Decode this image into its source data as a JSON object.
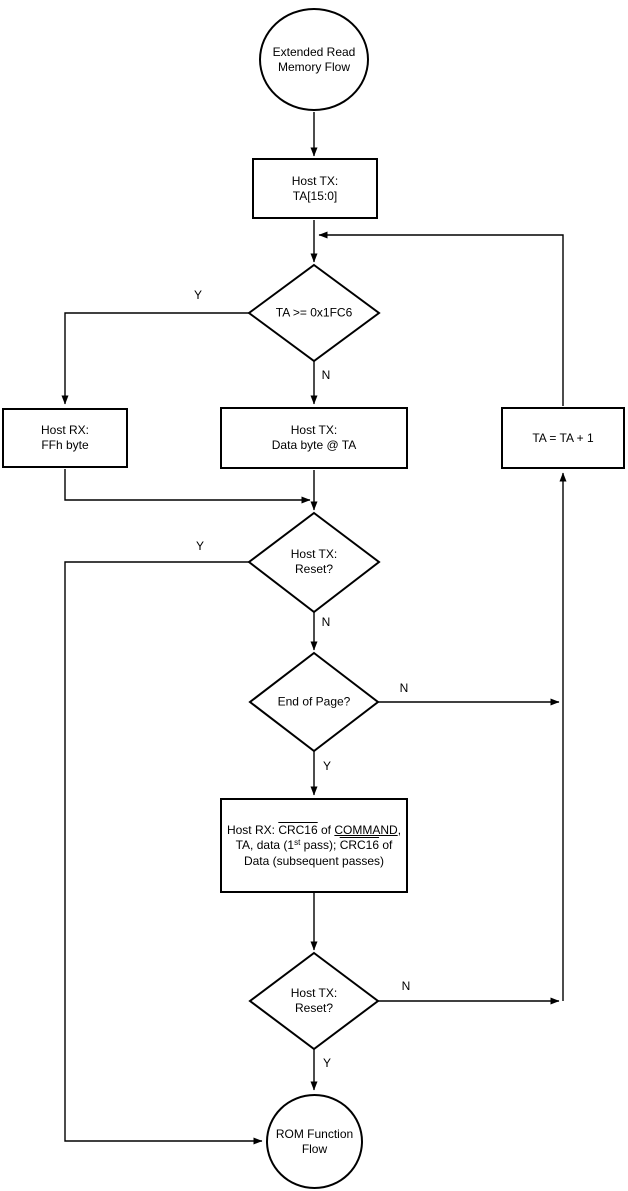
{
  "diagram_title": "Extended Read Memory Flow",
  "nodes": {
    "start": {
      "label": "Extended Read\nMemory Flow"
    },
    "host_tx_ta": {
      "label": "Host TX:\nTA[15:0]"
    },
    "ta_check": {
      "label": "TA >= 0x1FC6"
    },
    "host_rx_ffh": {
      "label": "Host RX:\nFFh byte"
    },
    "host_tx_data": {
      "label": "Host TX:\nData byte @ TA"
    },
    "ta_increment": {
      "label": "TA = TA + 1"
    },
    "reset_check_1": {
      "label": "Host TX:\nReset?"
    },
    "end_of_page": {
      "label": "End of Page?"
    },
    "crc": {
      "p1": "Host RX: ",
      "p2": "CRC16",
      "p3": " of ",
      "p4": "COMMAND",
      "p5": ", TA, data (1",
      "p6": "st",
      "p7": " pass); ",
      "p8": "CRC16",
      "p9": " of Data (subsequent passes)"
    },
    "reset_check_2": {
      "label": "Host TX:\nReset?"
    },
    "end": {
      "label": "ROM Function\nFlow"
    }
  },
  "edge_labels": {
    "ta_check_yes": "Y",
    "ta_check_no": "N",
    "reset1_yes": "Y",
    "reset1_no": "N",
    "eop_no": "N",
    "eop_yes": "Y",
    "reset2_no": "N",
    "reset2_yes": "Y"
  },
  "colors": {
    "line": "#000000",
    "background": "#ffffff",
    "text": "#000000"
  }
}
